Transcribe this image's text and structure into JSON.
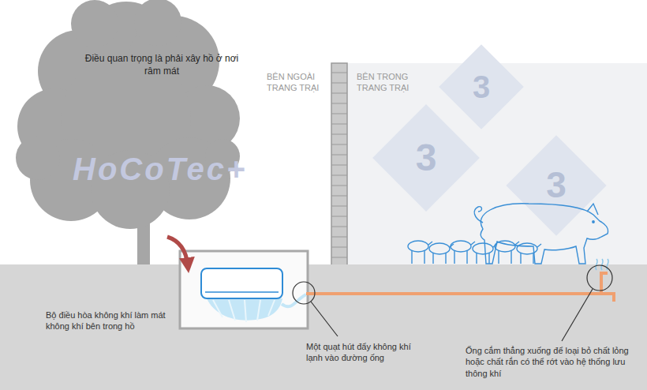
{
  "diagram": {
    "nodes": [
      {
        "text": [
          "Điều quan trọng là phải xây hồ ở nơi râm mát"
        ]
      }
    ],
    "labels": [
      "HoCoTec+",
      "BÊN NGOÀI TRANG TRẠI",
      "BÊN TRONG TRANG TRẠI",
      "3",
      "3",
      "3",
      "Bộ điều hòa không khí làm mát không khí bên trong hồ",
      "Một quạt hút đẩy không khí lạnh vào đường ống",
      "Ống cắm thẳng xuống để loại bỏ chất lỏng hoặc chất rắn có thể rớt vào hệ thống lưu thông khí"
    ]
  }
}
